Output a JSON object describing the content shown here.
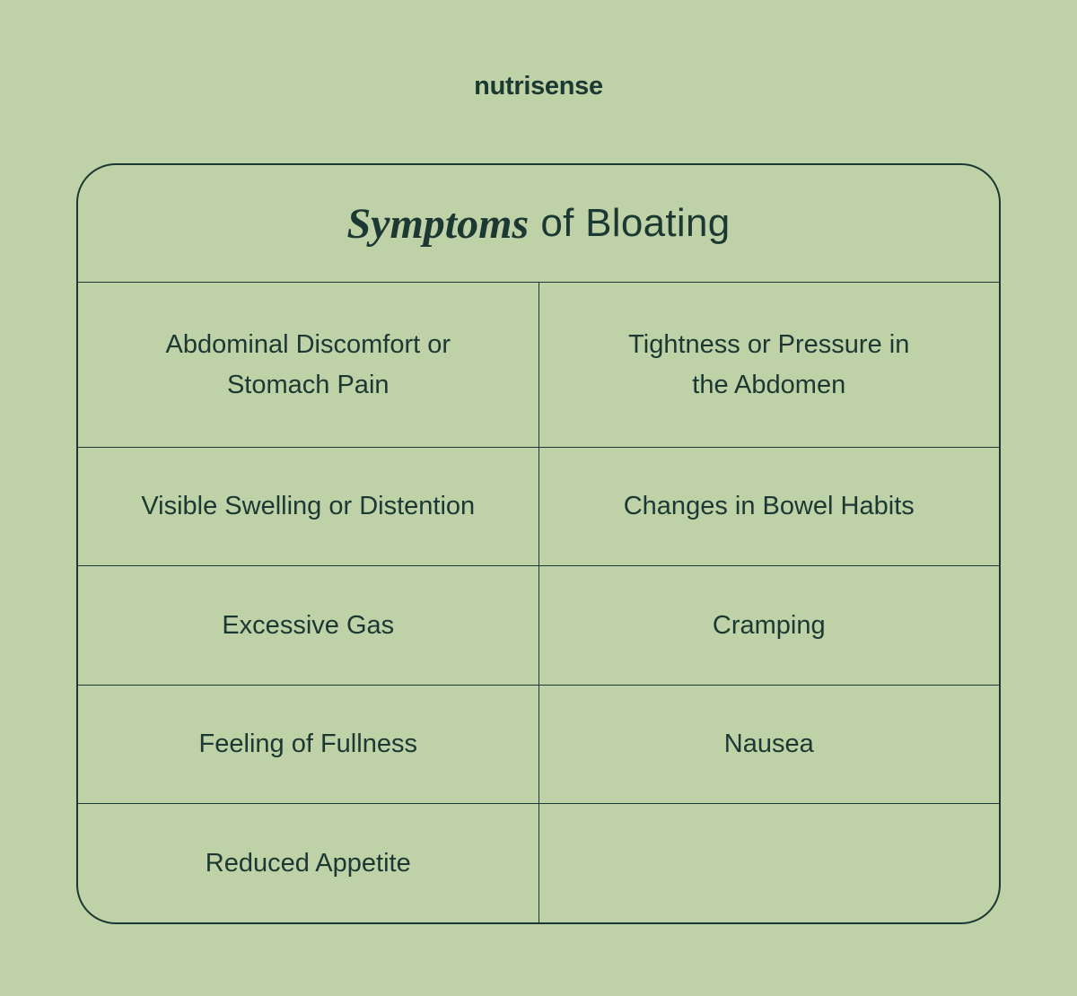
{
  "brand": {
    "logo": "nutrisense"
  },
  "card": {
    "title_italic": "Symptoms",
    "title_rest": "of Bloating",
    "cells": [
      [
        "Abdominal Discomfort or\nStomach Pain",
        "Tightness or Pressure in\nthe Abdomen"
      ],
      [
        "Visible Swelling or Distention",
        "Changes in Bowel Habits"
      ],
      [
        "Excessive Gas",
        "Cramping"
      ],
      [
        "Feeling of Fullness",
        "Nausea"
      ],
      [
        "Reduced Appetite",
        ""
      ]
    ]
  },
  "colors": {
    "background": "#bed1a7",
    "text": "#1c3832",
    "border": "#1c3832"
  },
  "chart_data": {
    "type": "table",
    "title": "Symptoms of Bloating",
    "columns": 2,
    "rows": [
      [
        "Abdominal Discomfort or Stomach Pain",
        "Tightness or Pressure in the Abdomen"
      ],
      [
        "Visible Swelling or Distention",
        "Changes in Bowel Habits"
      ],
      [
        "Excessive Gas",
        "Cramping"
      ],
      [
        "Feeling of Fullness",
        "Nausea"
      ],
      [
        "Reduced Appetite",
        ""
      ]
    ]
  }
}
